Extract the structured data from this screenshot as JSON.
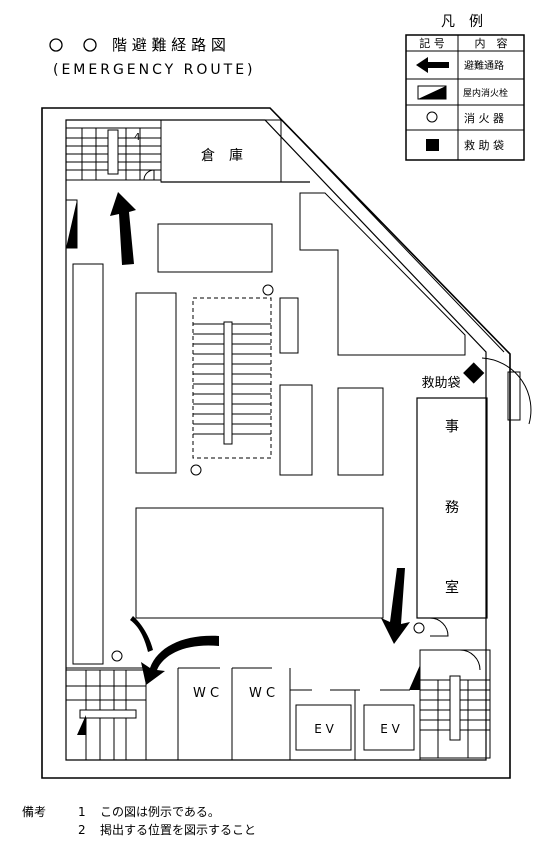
{
  "title": {
    "circles": "○ ○",
    "main": "階 避 難 経 路 図",
    "sub": "(EMERGENCY  ROUTE)"
  },
  "legend": {
    "heading": "凡　例",
    "col_symbol": "記 号",
    "col_content": "内　容",
    "items": [
      {
        "icon": "arrow-icon",
        "label": "避難通路"
      },
      {
        "icon": "hydrant-icon",
        "label": "屋内消火栓"
      },
      {
        "icon": "extinguisher-icon",
        "label": "消 火 器"
      },
      {
        "icon": "rescue-chute-icon",
        "label": "救 助 袋"
      }
    ]
  },
  "rooms": {
    "storage": "倉　庫",
    "office": [
      "事",
      "務",
      "室"
    ],
    "wc1": "W C",
    "wc2": "W C",
    "ev1": "E V",
    "ev2": "E V",
    "rescue_label": "救助袋",
    "stair_number": "4"
  },
  "notes": {
    "heading": "備考",
    "items": [
      {
        "num": "1",
        "text": "この図は例示である。"
      },
      {
        "num": "2",
        "text": "掲出する位置を図示すること"
      }
    ]
  },
  "colors": {
    "ink": "#000000",
    "paper": "#ffffff"
  }
}
